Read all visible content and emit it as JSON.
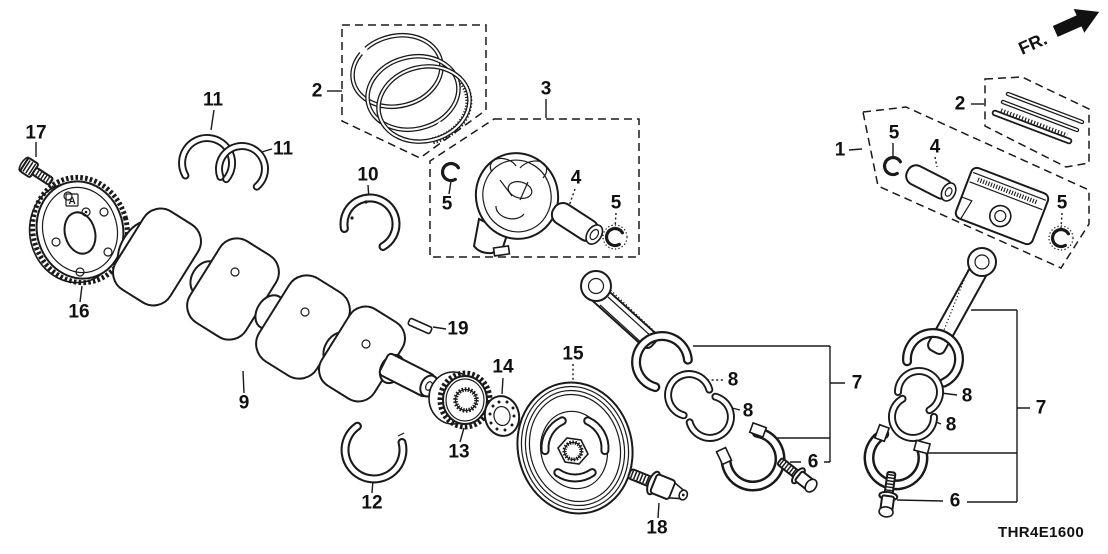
{
  "diagram": {
    "code": "THR4E1600",
    "fr_label": "FR.",
    "gear_mark": "A",
    "colors": {
      "line": "#1a1a1a",
      "background": "#ffffff"
    },
    "callouts": [
      {
        "text": "17"
      },
      {
        "text": "16"
      },
      {
        "text": "11"
      },
      {
        "text": "11"
      },
      {
        "text": "2"
      },
      {
        "text": "10"
      },
      {
        "text": "5"
      },
      {
        "text": "3"
      },
      {
        "text": "4"
      },
      {
        "text": "5"
      },
      {
        "text": "19"
      },
      {
        "text": "9"
      },
      {
        "text": "13"
      },
      {
        "text": "14"
      },
      {
        "text": "15"
      },
      {
        "text": "12"
      },
      {
        "text": "18"
      },
      {
        "text": "8"
      },
      {
        "text": "8"
      },
      {
        "text": "7"
      },
      {
        "text": "6"
      },
      {
        "text": "1"
      },
      {
        "text": "2"
      },
      {
        "text": "5"
      },
      {
        "text": "4"
      },
      {
        "text": "5"
      },
      {
        "text": "8"
      },
      {
        "text": "8"
      },
      {
        "text": "7"
      },
      {
        "text": "6"
      }
    ]
  }
}
